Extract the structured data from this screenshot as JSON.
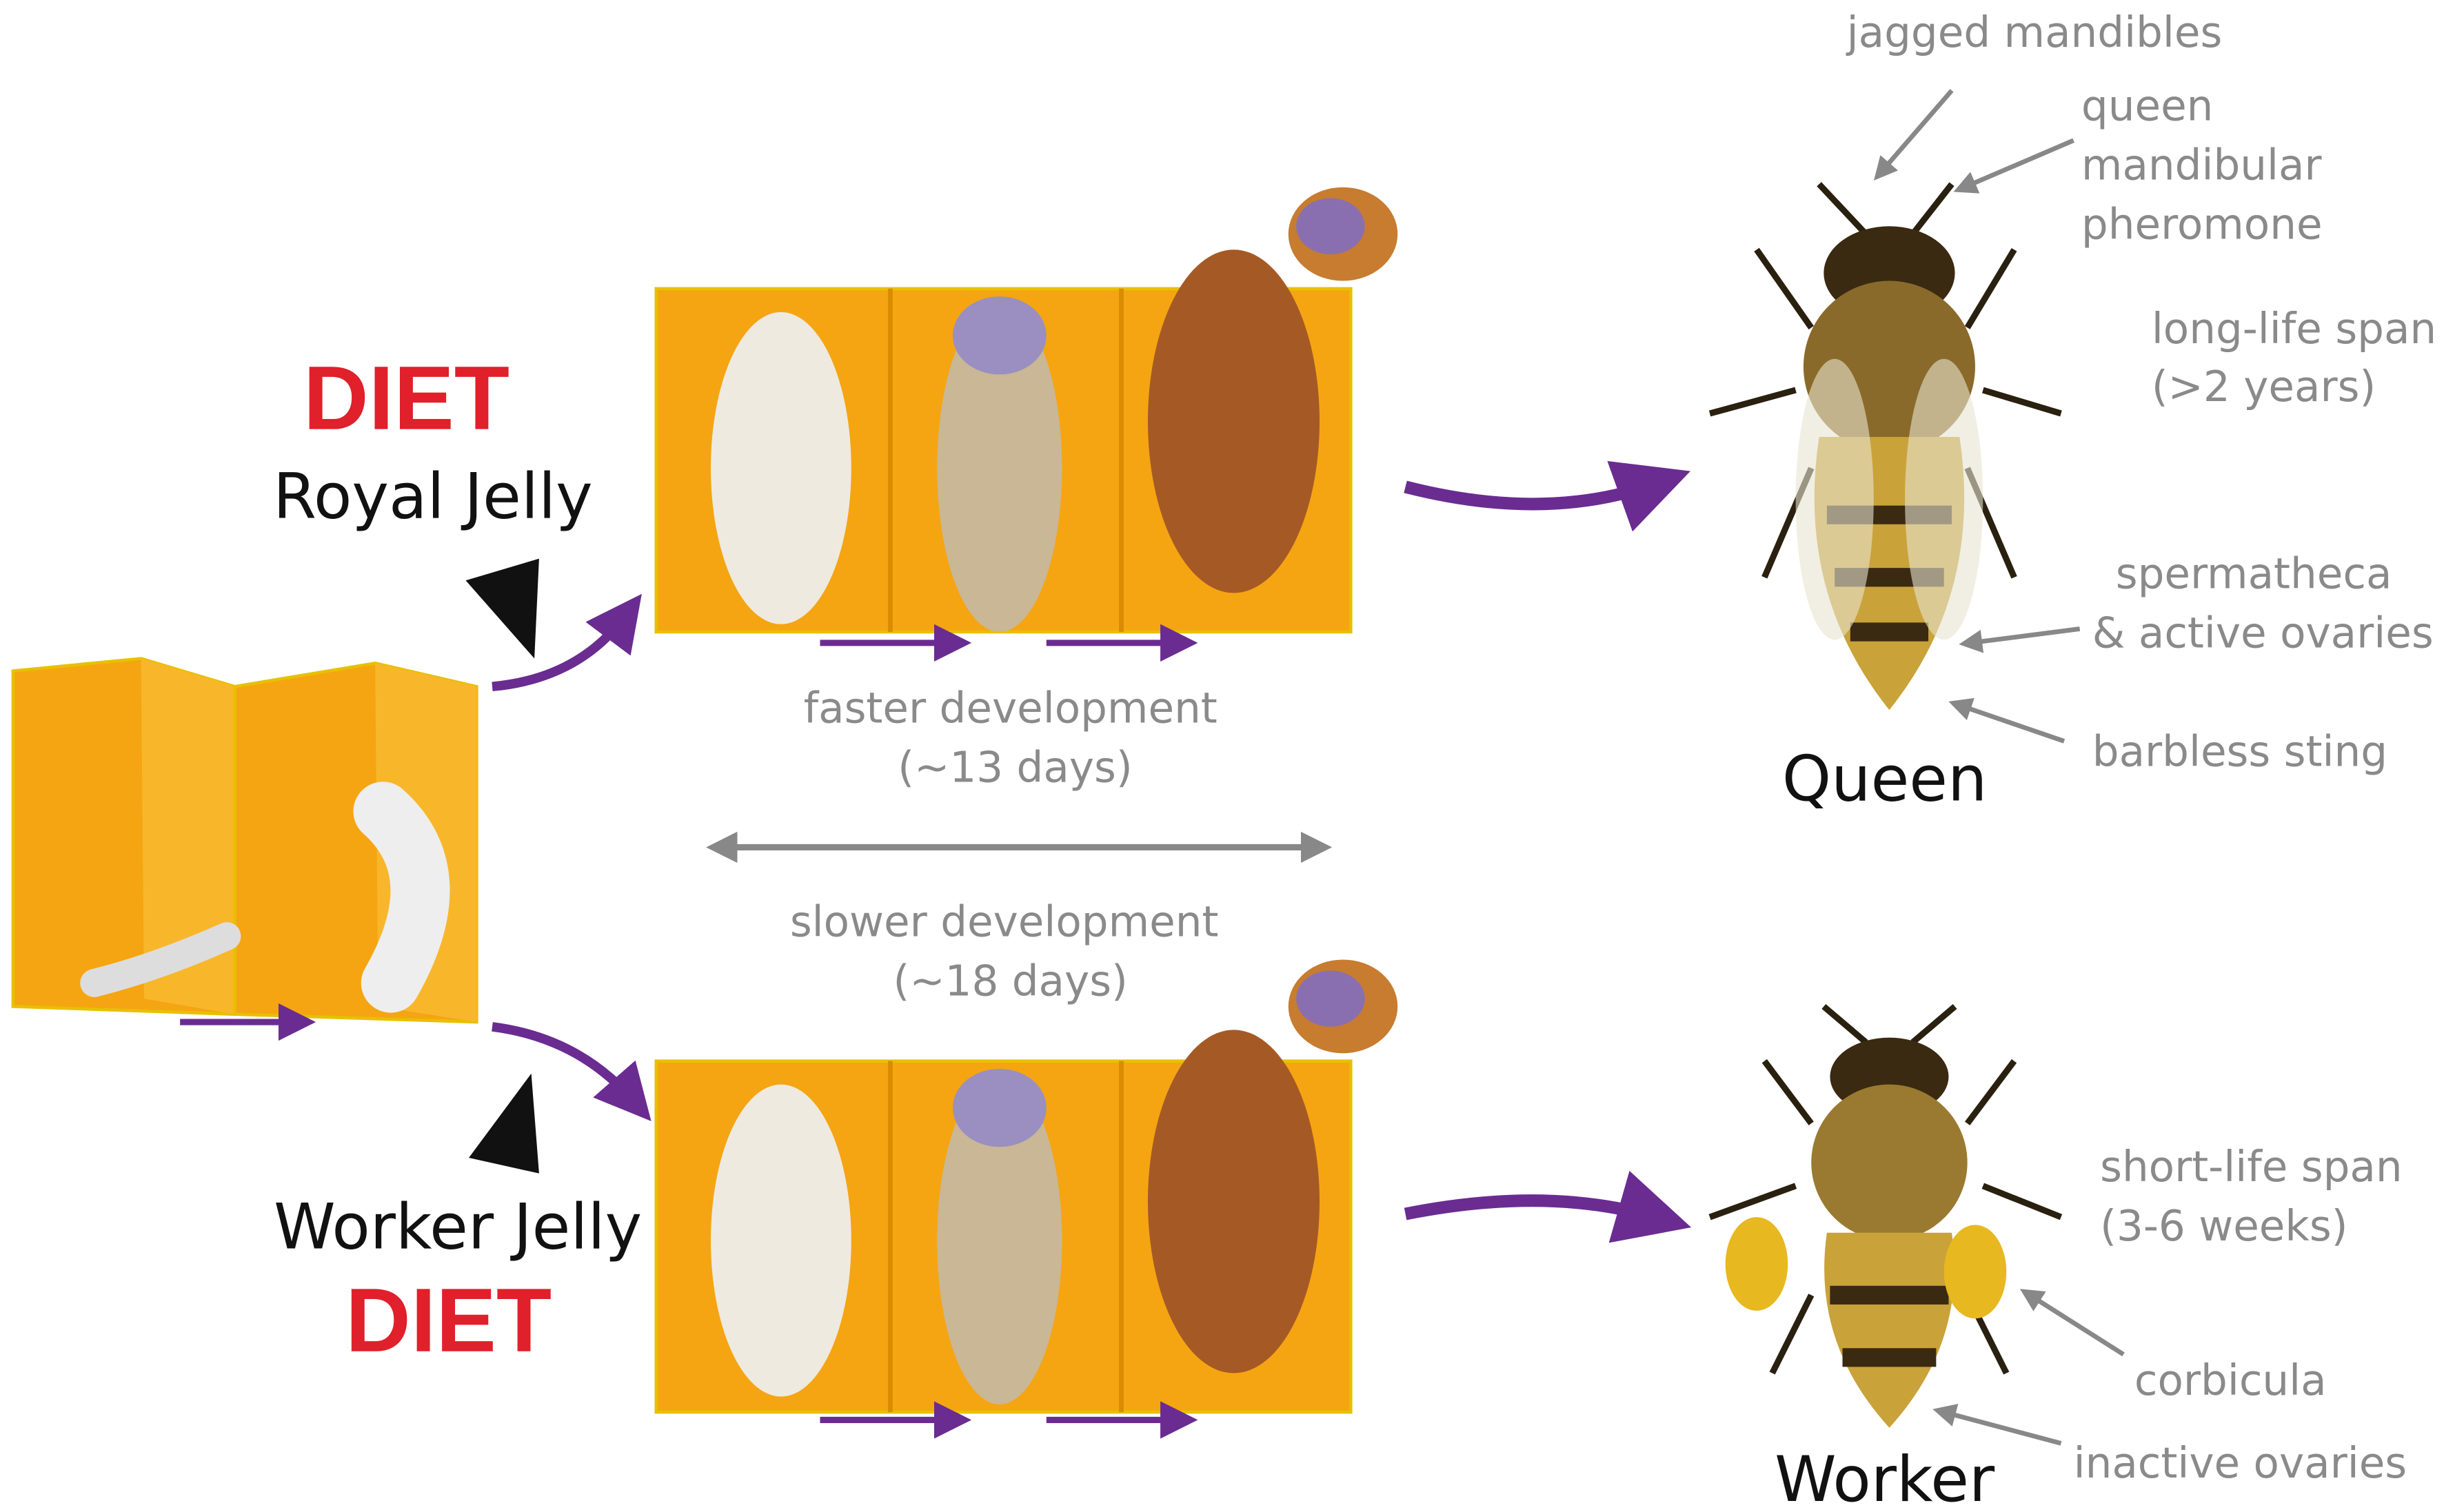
{
  "colors": {
    "diet_red": "#e0202a",
    "arrow_purple": "#6a2c91",
    "label_gray": "#8a8a8a",
    "cell_orange": "#f5a512"
  },
  "royal": {
    "diet": "DIET",
    "jelly": "Royal Jelly"
  },
  "worker": {
    "diet": "DIET",
    "jelly": "Worker Jelly"
  },
  "development": {
    "faster": "faster development",
    "faster_days": "(~13 days)",
    "slower": "slower development",
    "slower_days": "(~18 days)"
  },
  "queen": {
    "title": "Queen",
    "labels": [
      "jagged mandibles",
      "queen",
      "mandibular",
      "pheromone",
      "long-life span",
      "(>2 years)",
      "spermatheca",
      "& active ovaries",
      "barbless sting"
    ]
  },
  "worker_bee": {
    "title": "Worker",
    "labels": [
      "short-life span",
      "(3-6 weeks)",
      "corbicula",
      "inactive ovaries"
    ]
  }
}
